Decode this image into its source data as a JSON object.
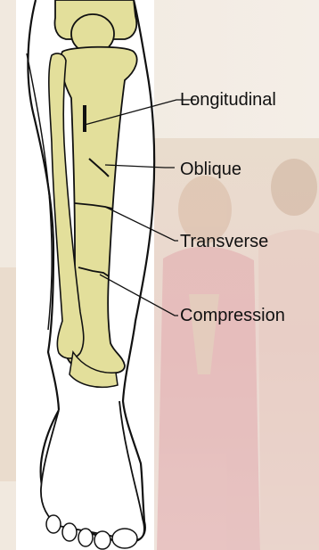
{
  "labels": {
    "longitudinal": "Longitudinal",
    "oblique": "Oblique",
    "transverse": "Transverse",
    "compression": "Compression"
  },
  "colors": {
    "bone": "#e3df9b",
    "outline": "#111111",
    "skin": "#ffffff",
    "background_warm": "#efe5d8",
    "background_photo_red": "#d99aa0",
    "background_photo_skin": "#dcc1b0"
  }
}
